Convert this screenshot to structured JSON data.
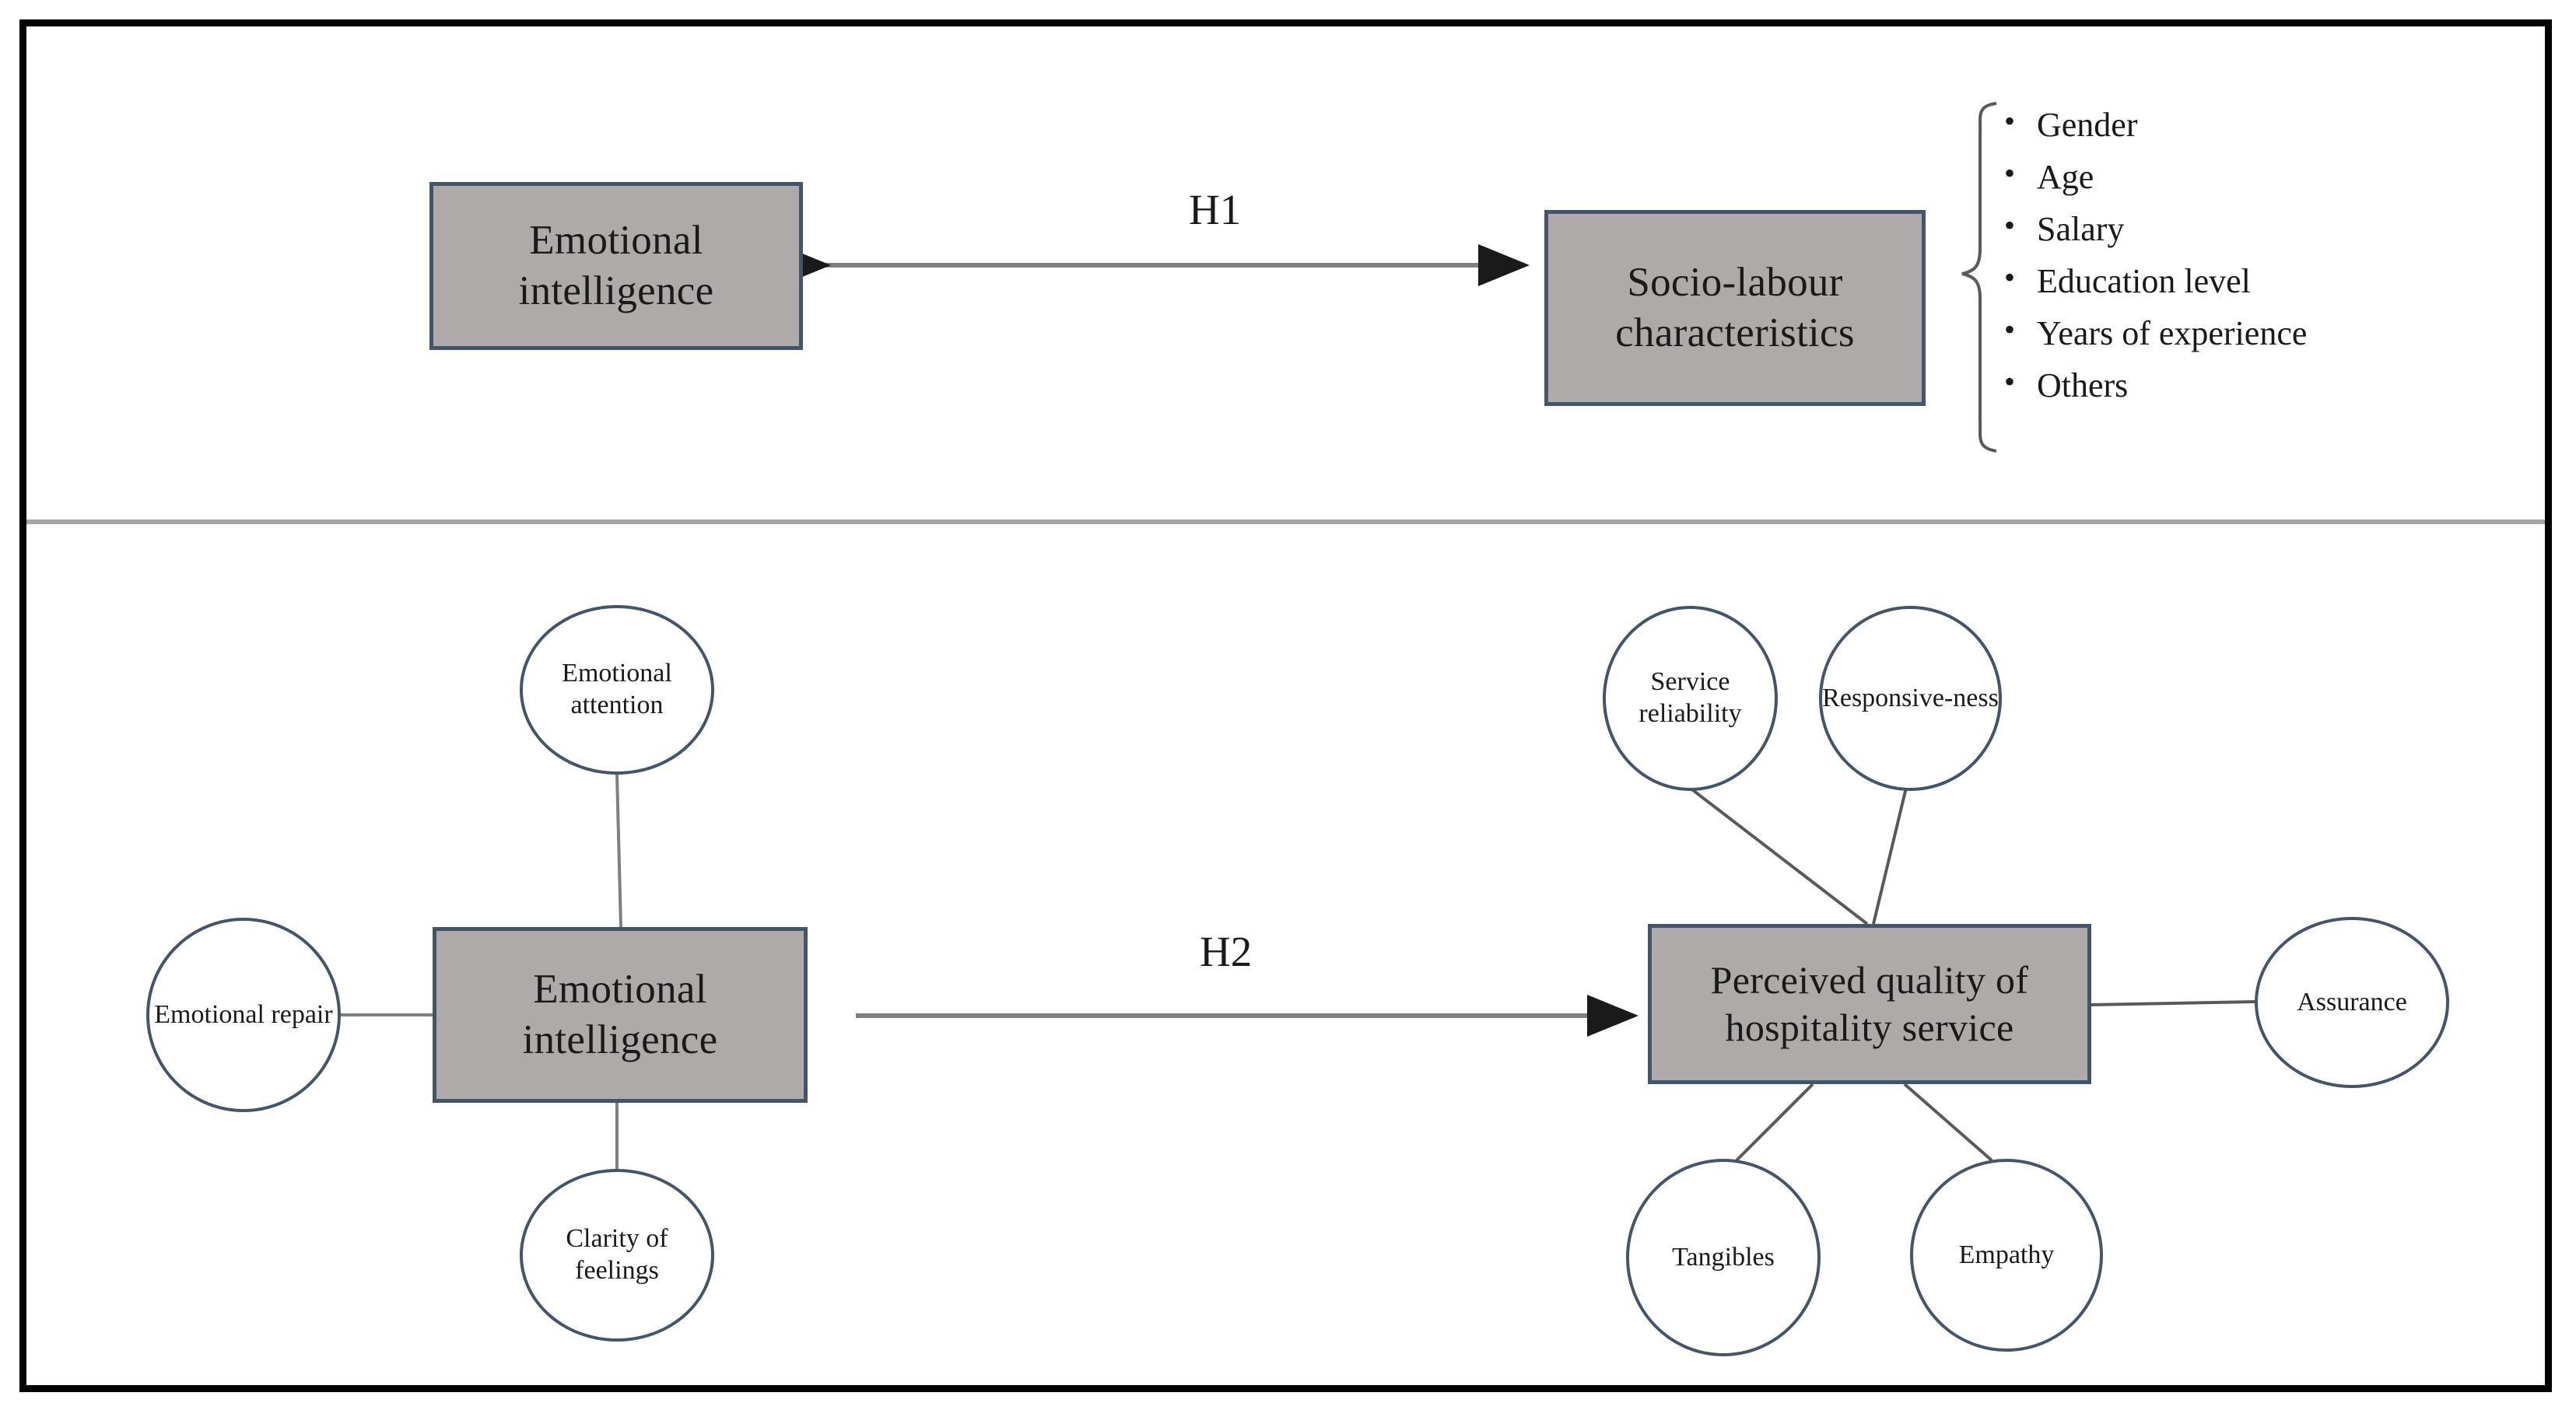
{
  "figure": {
    "type": "conceptual-research-model",
    "panels": [
      {
        "id": "panel-h1",
        "hypothesis_label": "H1",
        "relation": "bidirectional",
        "nodes": [
          {
            "id": "emotional-intelligence-top",
            "label": "Emotional intelligence",
            "shape": "rectangle"
          },
          {
            "id": "socio-labour-characteristics",
            "label": "Socio-labour characteristics",
            "shape": "rectangle"
          }
        ],
        "characteristics_bracket": {
          "items": [
            "Gender",
            "Age",
            "Salary",
            "Education level",
            "Years of experience",
            "Others"
          ]
        }
      },
      {
        "id": "panel-h2",
        "hypothesis_label": "H2",
        "relation": "directional",
        "nodes": [
          {
            "id": "emotional-intelligence-bottom",
            "label": "Emotional intelligence",
            "shape": "rectangle"
          },
          {
            "id": "perceived-quality",
            "label": "Perceived quality of hospitality service",
            "shape": "rectangle"
          }
        ],
        "ei_dimensions": [
          "Emotional attention",
          "Emotional repair",
          "Clarity of feelings"
        ],
        "quality_dimensions": [
          "Service reliability",
          "Responsive-ness",
          "Assurance",
          "Tangibles",
          "Empathy"
        ]
      }
    ],
    "labels": {
      "h1": "H1",
      "h2": "H2",
      "emotional_intelligence": "Emotional intelligence",
      "socio_labour": "Socio-labour characteristics",
      "perceived_quality": "Perceived quality of hospitality service",
      "emotional_attention": "Emotional attention",
      "emotional_repair": "Emotional repair",
      "clarity_of_feelings": "Clarity of feelings",
      "service_reliability": "Service reliability",
      "responsiveness": "Responsive-ness",
      "assurance": "Assurance",
      "tangibles": "Tangibles",
      "empathy": "Empathy"
    },
    "characteristics": [
      "Gender",
      "Age",
      "Salary",
      "Education level",
      "Years of experience",
      "Others"
    ],
    "colors": {
      "box_fill": "#aeaaaa",
      "box_border": "#44546a",
      "circle_border": "#44546a",
      "connector": "#808080",
      "frame": "#000000",
      "divider": "#a6a6a6",
      "text": "#1a1a1a"
    }
  }
}
